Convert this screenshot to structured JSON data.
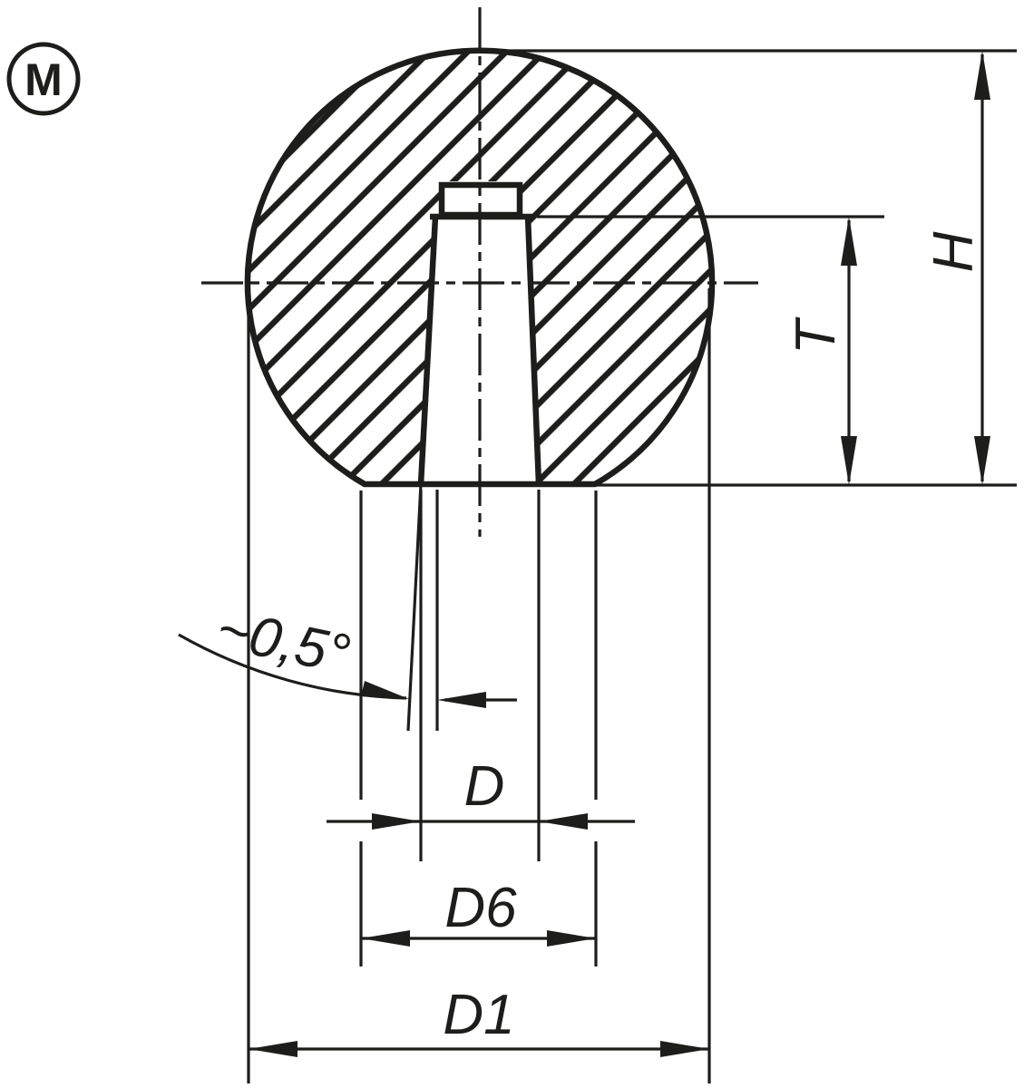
{
  "drawing": {
    "thread_symbol": "M",
    "labels": {
      "height": "H",
      "thread_depth": "T",
      "bore_diameter": "D",
      "flat_diameter": "D6",
      "ball_diameter": "D1",
      "taper_angle": "~0,5°"
    },
    "colors": {
      "line": "#1d1d1b",
      "background": "#ffffff"
    }
  }
}
